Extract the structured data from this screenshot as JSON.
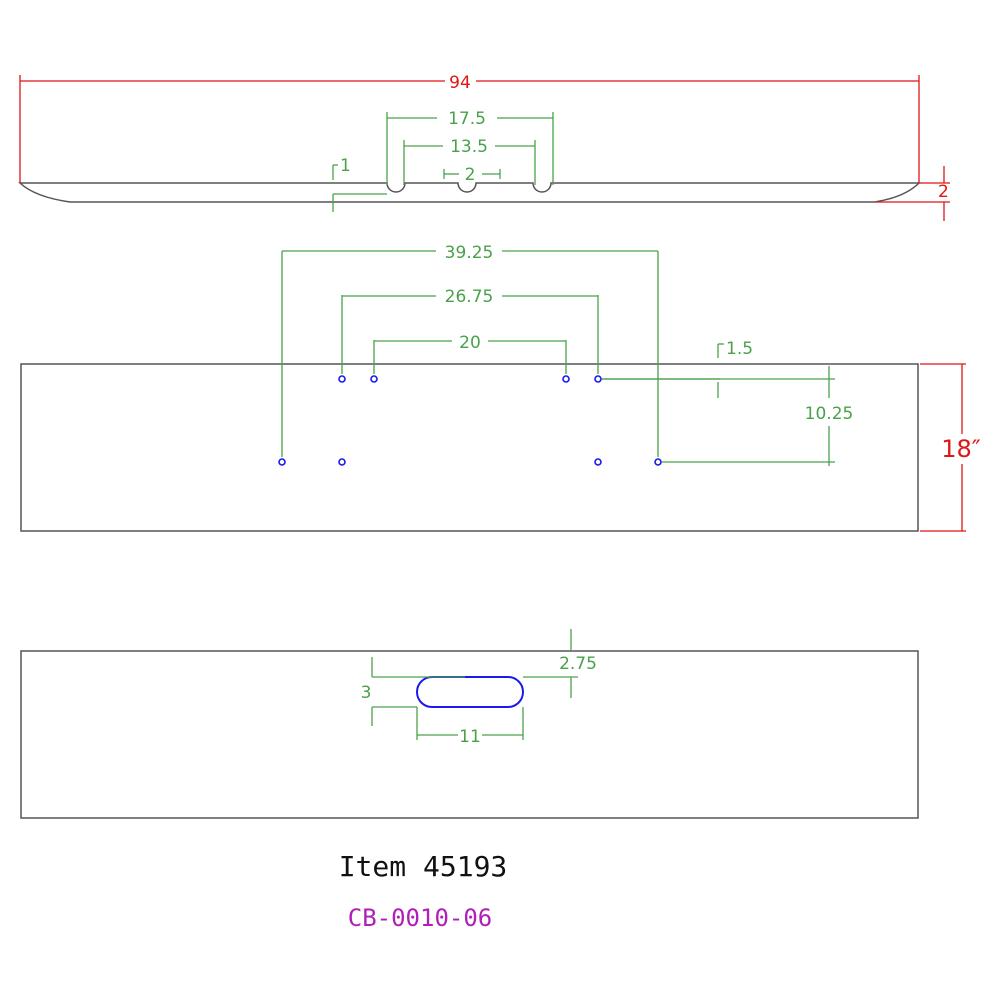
{
  "dimensions": {
    "overall_length": "94",
    "slot_outer_spacing": "17.5",
    "slot_inner_spacing": "13.5",
    "slot_width": "2",
    "notch_depth": "1",
    "flange_height": "2",
    "hole_outer_spacing": "39.25",
    "hole_mid_spacing": "26.75",
    "hole_inner_spacing": "20",
    "hole_top_offset": "1.5",
    "hole_row_spacing": "10.25",
    "face_height": "18″",
    "slot_top_offset": "2.75",
    "slot_height": "3",
    "slot_length": "11"
  },
  "title_block": {
    "item_label": "Item 45193",
    "part_number": "CB-0010-06"
  },
  "colors": {
    "outline": "#555555",
    "dimension": "#4aa14a",
    "overall_dimension": "#e01515",
    "holes": "#1a1aee",
    "part_number": "#b020b8"
  }
}
